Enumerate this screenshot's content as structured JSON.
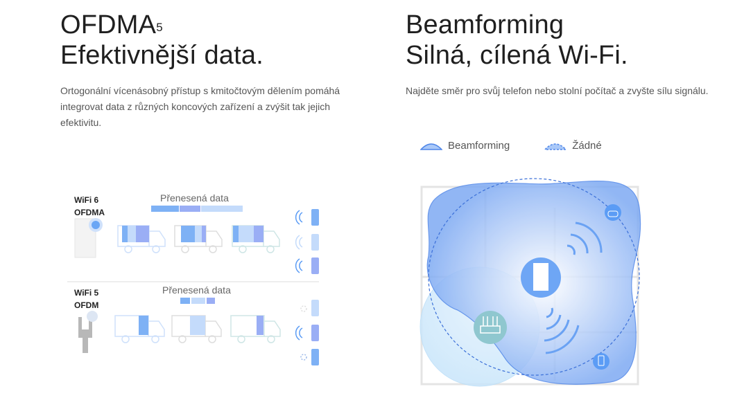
{
  "left": {
    "title_main": "OFDMA",
    "title_sup": "5",
    "title_line2": "Efektivnější data.",
    "description": "Ortogonální vícenásobný přístup s kmitočtovým dělením pomáhá integrovat data z různých koncových zařízení a zvýšit tak jejich efektivitu.",
    "wifi6": {
      "line1": "WiFi 6",
      "line2": "OFDMA",
      "data_label": "Přenesená data"
    },
    "wifi5": {
      "line1": "WiFi 5",
      "line2": "OFDM",
      "data_label": "Přenesená data"
    }
  },
  "right": {
    "title_line1": "Beamforming",
    "title_line2": "Silná, cílená Wi-Fi.",
    "description": "Najděte směr pro svůj telefon nebo stolní počítač a zvyšte sílu signálu.",
    "legend": {
      "beamforming": "Beamforming",
      "none": "Žádné"
    }
  },
  "colors": {
    "blue": "#5b9cf5",
    "light": "#c4dbfb",
    "violet": "#9aaef5"
  }
}
